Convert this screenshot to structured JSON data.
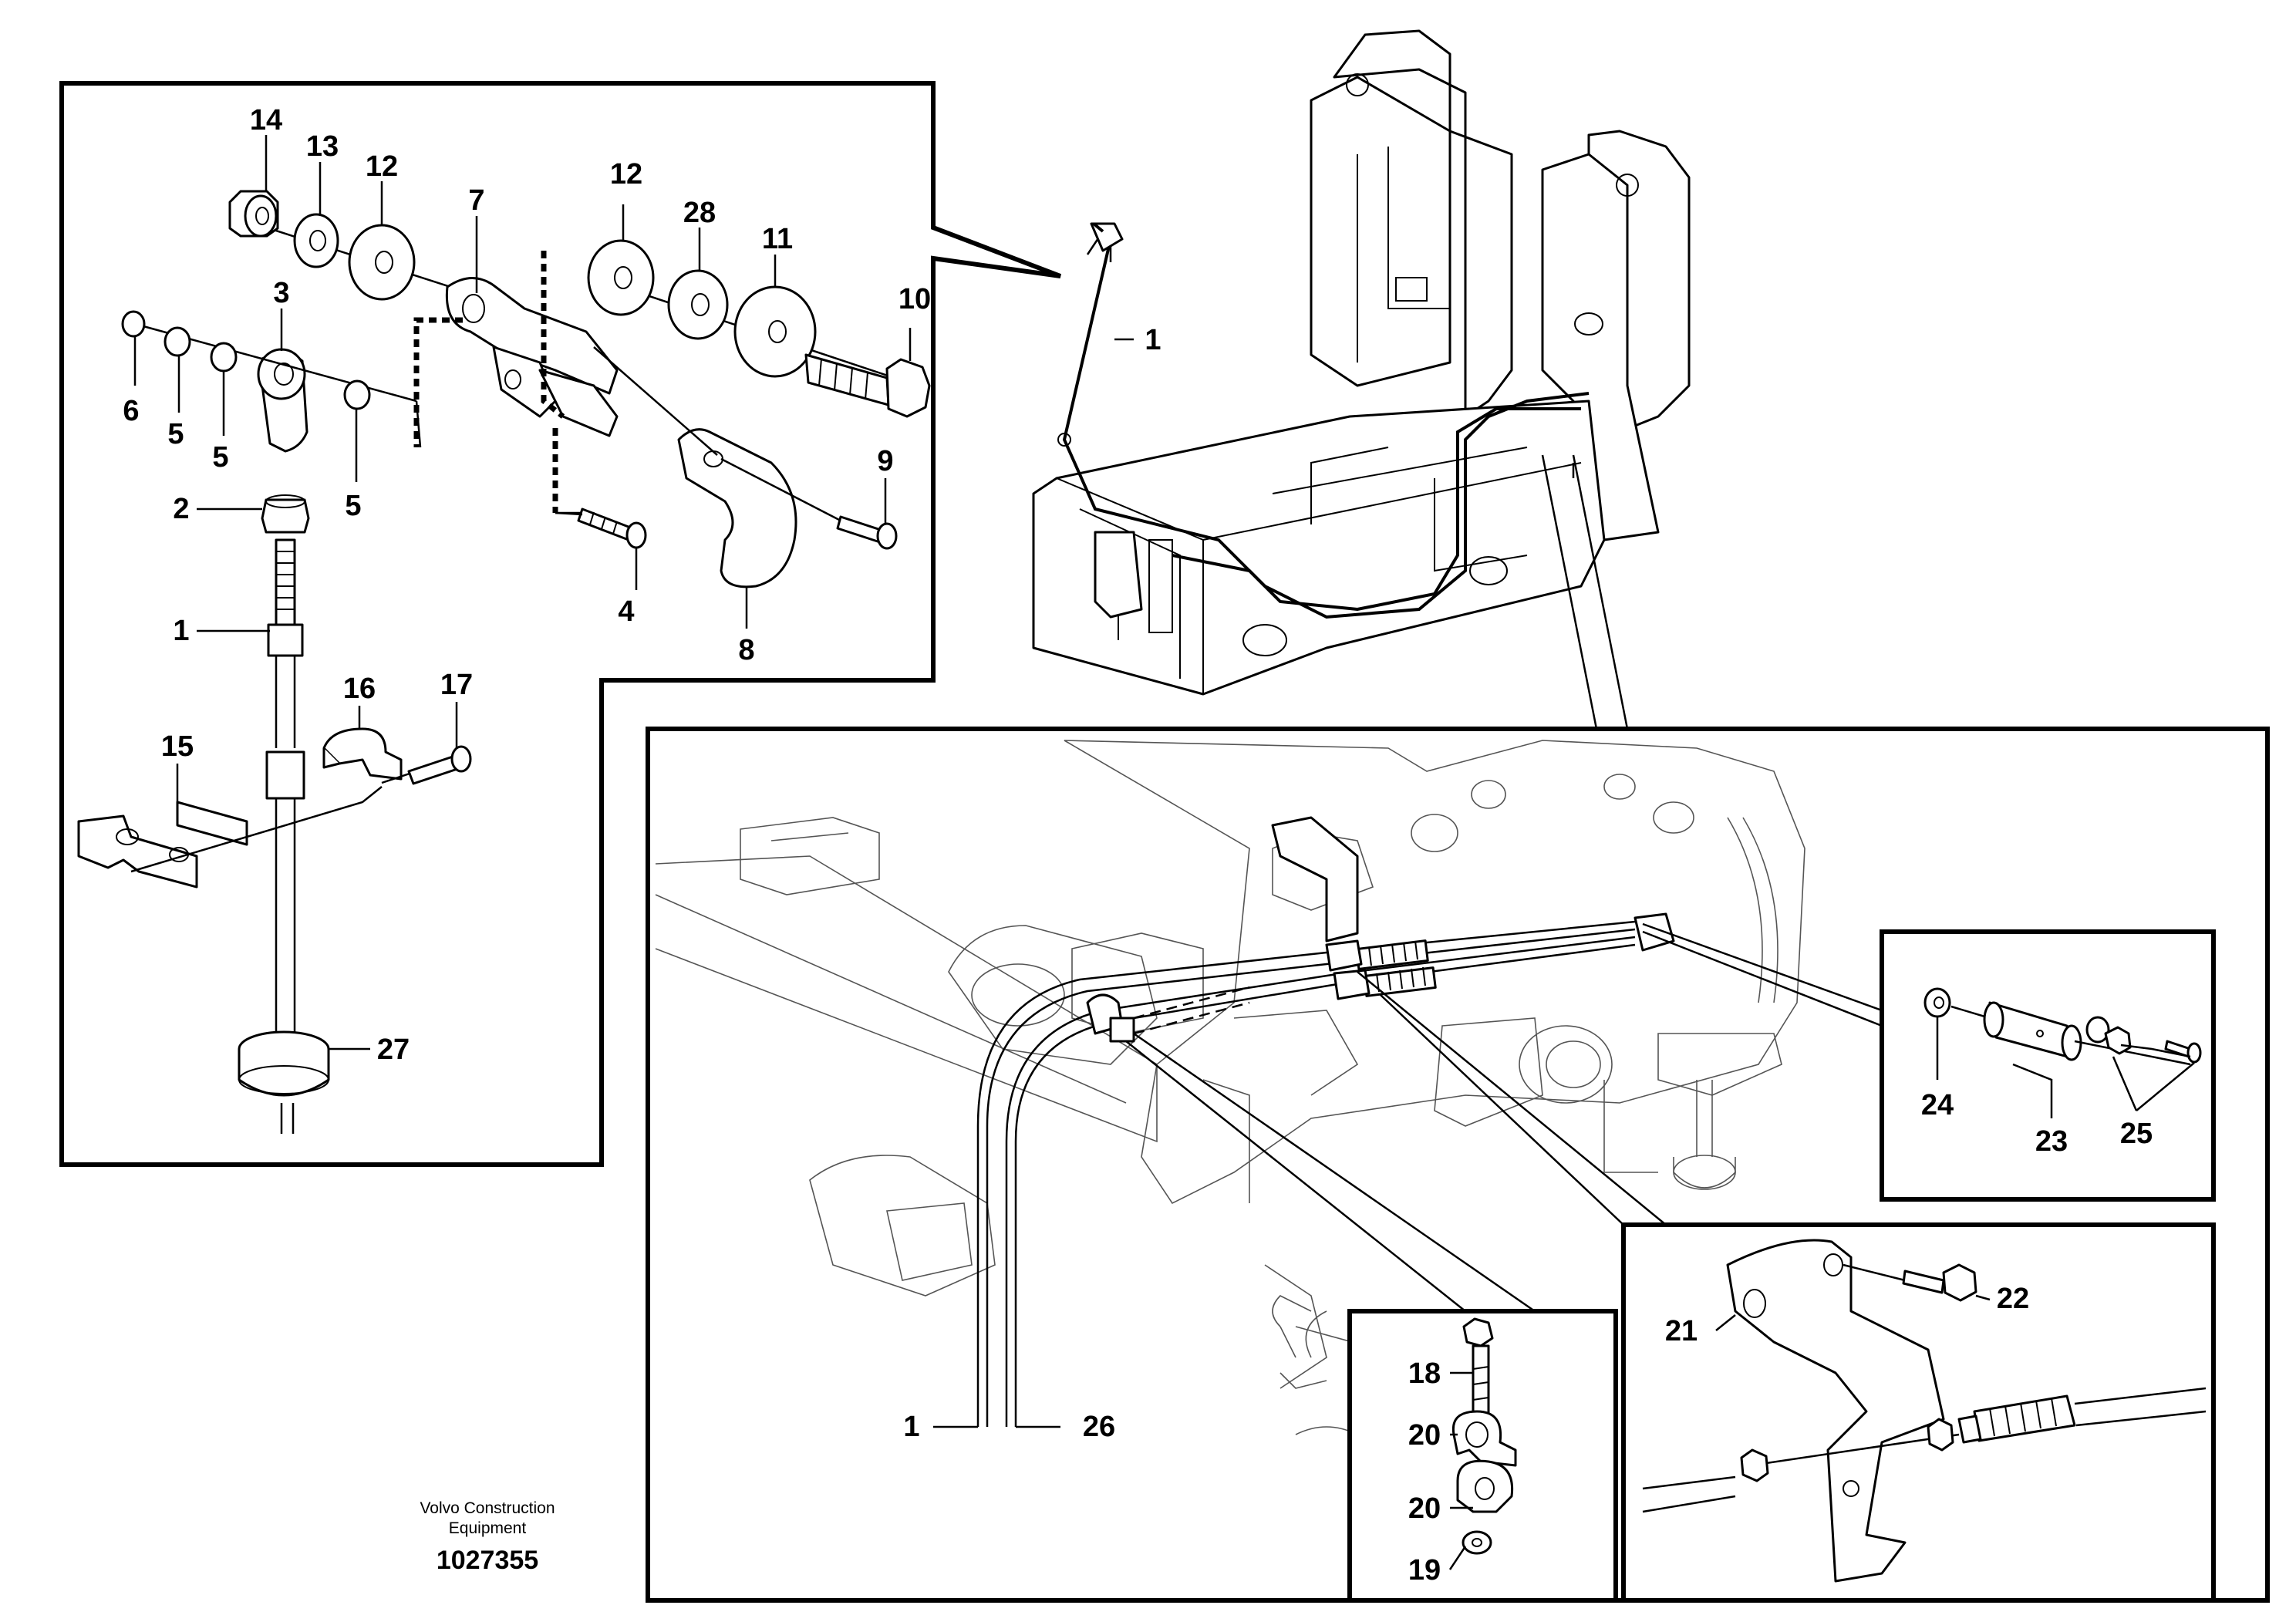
{
  "caption": {
    "line1": "Volvo Construction",
    "line2": "Equipment",
    "doc_number": "1027355"
  },
  "callouts": {
    "top_left": [
      "14",
      "13",
      "12",
      "7",
      "3",
      "6",
      "5",
      "5",
      "5",
      "2",
      "1",
      "4",
      "8",
      "9",
      "10",
      "11",
      "28",
      "12",
      "16",
      "17",
      "15",
      "27"
    ],
    "overview": [
      "1"
    ],
    "main_view": [
      "1",
      "26"
    ],
    "detail_pin": [
      "24",
      "23",
      "25"
    ],
    "detail_clamp": [
      "18",
      "20",
      "20",
      "19"
    ],
    "detail_bracket": [
      "21",
      "22"
    ]
  }
}
